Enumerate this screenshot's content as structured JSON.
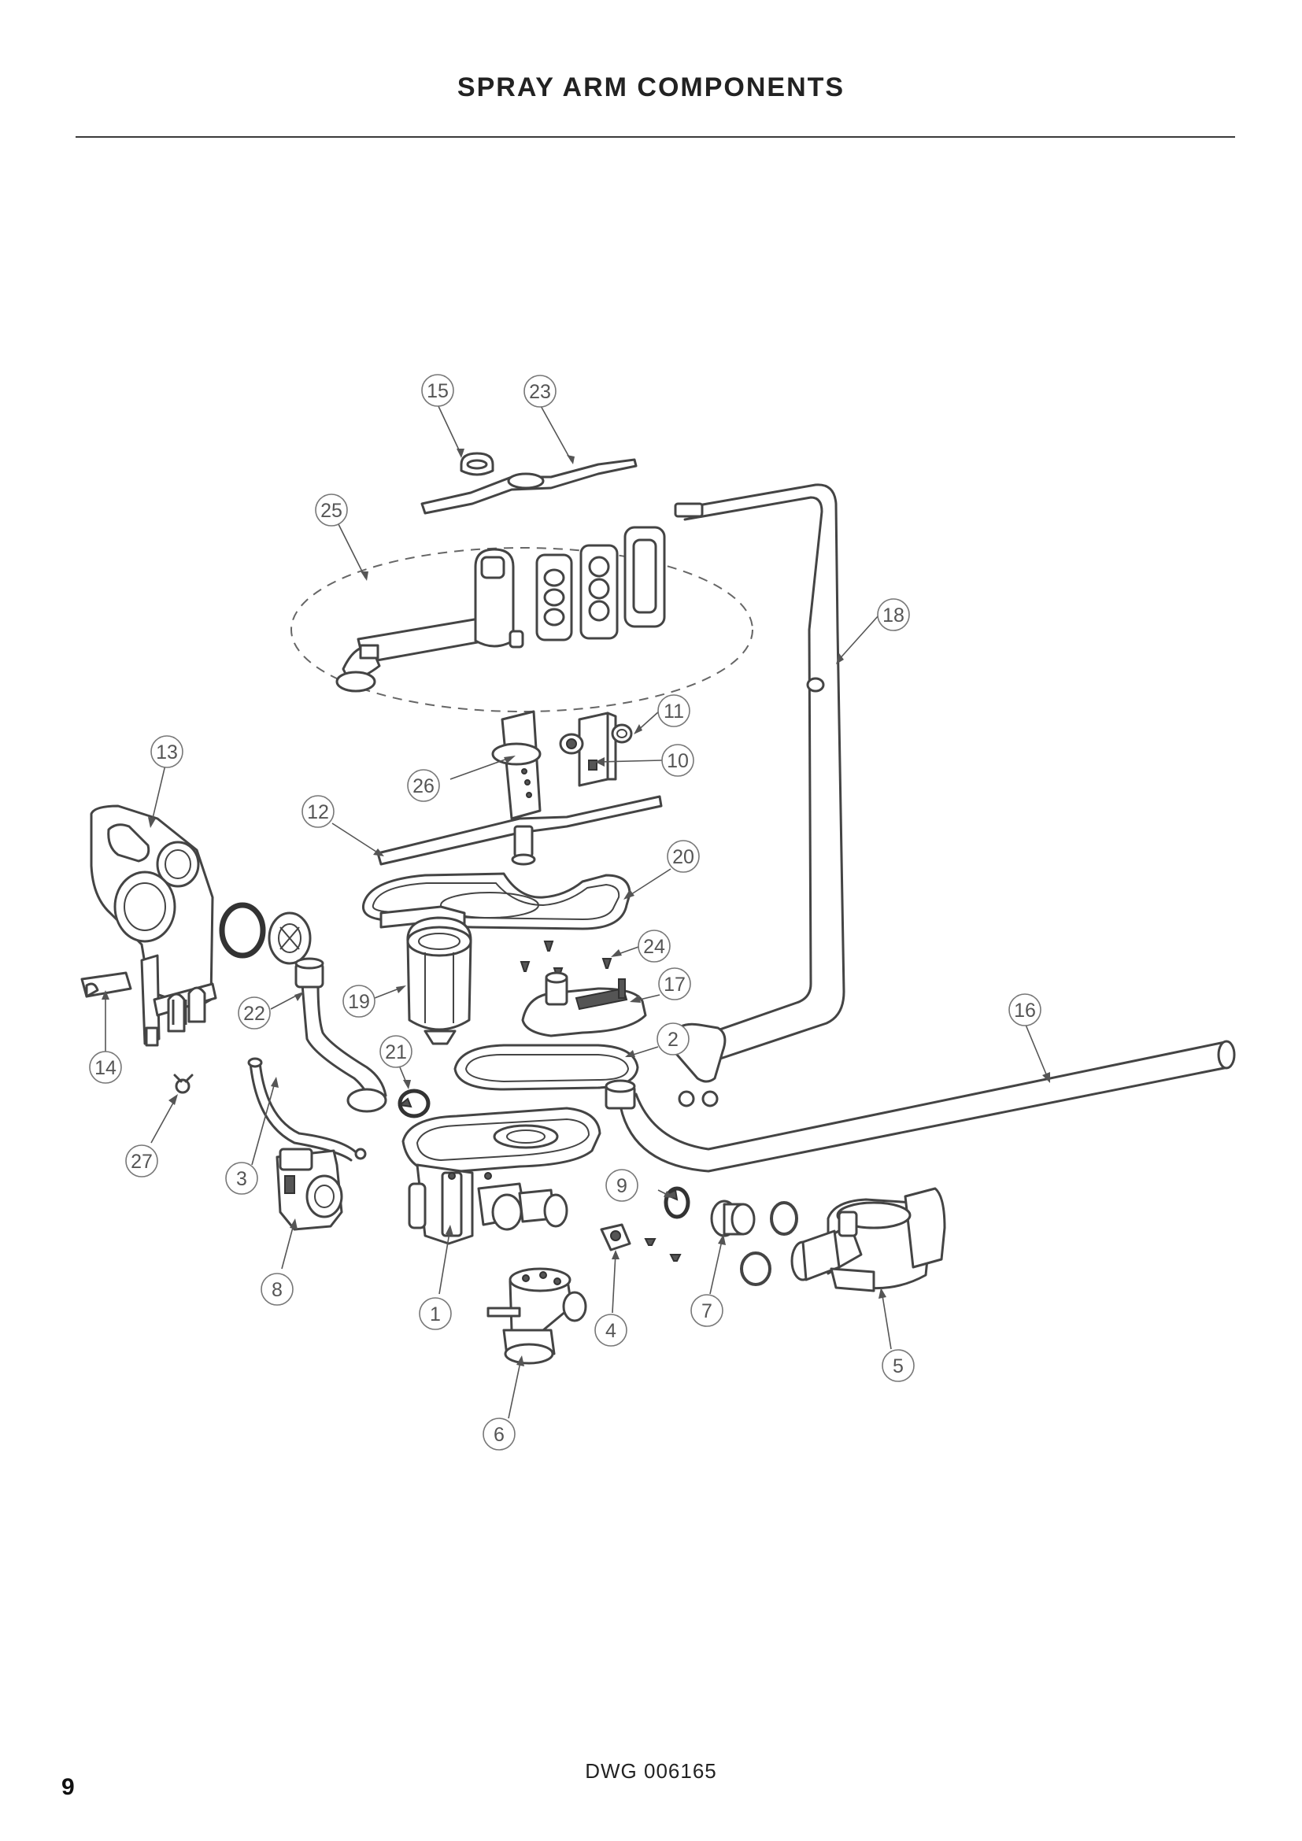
{
  "header": {
    "title": "SPRAY ARM COMPONENTS"
  },
  "footer": {
    "drawing_number": "DWG 006165",
    "page_number": "9"
  },
  "diagram": {
    "callouts": [
      "1",
      "2",
      "3",
      "4",
      "5",
      "6",
      "7",
      "8",
      "9",
      "10",
      "11",
      "12",
      "13",
      "14",
      "15",
      "16",
      "17",
      "18",
      "19",
      "20",
      "21",
      "22",
      "23",
      "24",
      "25",
      "26",
      "27"
    ],
    "line_color": "#444444",
    "callout_color": "#777777"
  }
}
